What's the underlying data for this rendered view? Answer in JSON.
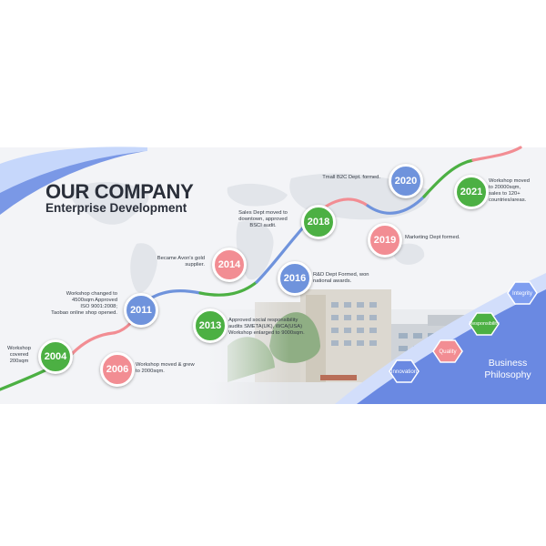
{
  "header": {
    "title": "OUR COMPANY",
    "subtitle": "Enterprise Development"
  },
  "milestones": [
    {
      "year": "2004",
      "text": "Workshop\ncovered\n200sqm"
    },
    {
      "year": "2006",
      "text": "Workshop moved & grew\nto 2000sqm."
    },
    {
      "year": "2011",
      "text": "Workshop changed to\n4500sqm Approved\nISO 9001:2008;\nTaobao online shop opened."
    },
    {
      "year": "2013",
      "text": "Approved social responsibility\naudits SMETA(UK), WCA(USA)\nWorkshop enlarged to 9000sqm."
    },
    {
      "year": "2014",
      "text": "Became Avon's gold\nsupplier."
    },
    {
      "year": "2016",
      "text": "R&D Dept Formed, won\nnational awards."
    },
    {
      "year": "2018",
      "text": "Sales Dept moved to\ndowntown, approved\nBSCI audit."
    },
    {
      "year": "2019",
      "text": "Marketing Dept formed."
    },
    {
      "year": "2020",
      "text": "Tmall B2C Dept. formed."
    },
    {
      "year": "2021",
      "text": "Workshop moved\nto 20000sqm,\nsales to 120+\ncountries/areas."
    }
  ],
  "philosophy": {
    "title": "Business\nPhilosophy",
    "values": [
      "Innovation",
      "Quality",
      "Responsibility",
      "Integrity"
    ]
  },
  "colors": {
    "green": "#4cb043",
    "blue": "#6f93dc",
    "pink": "#f28d93",
    "band": "#6a89e2"
  }
}
